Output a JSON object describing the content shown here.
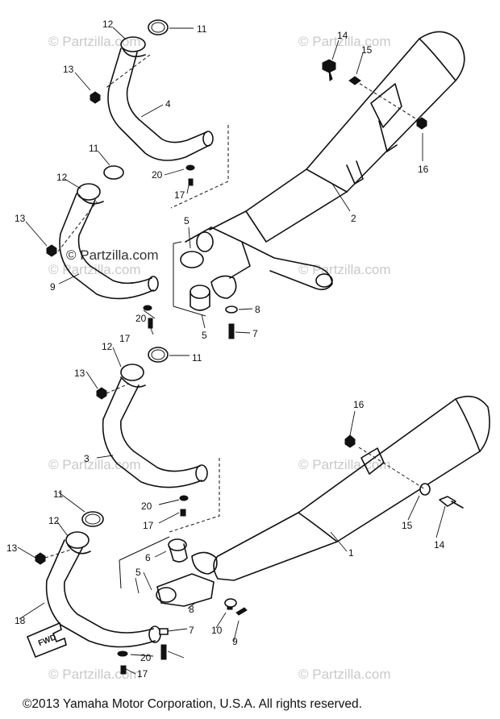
{
  "watermark": "© Partzilla.com",
  "watermark_center": "© Partzilla.com",
  "copyright": "©2013 Yamaha Motor Corporation, U.S.A. All rights reserved.",
  "forward_marker": "FWD",
  "callouts": {
    "c1": "1",
    "c2": "2",
    "c3": "3",
    "c4": "4",
    "c5a": "5",
    "c5b": "5",
    "c5c": "5",
    "c6": "6",
    "c7a": "7",
    "c7b": "7",
    "c8a": "8",
    "c8b": "8",
    "c9": "9",
    "c9b": "9",
    "c10": "10",
    "c11a": "11",
    "c11b": "11",
    "c11c": "11",
    "c11d": "11",
    "c12a": "12",
    "c12b": "12",
    "c12c": "12",
    "c12d": "12",
    "c13a": "13",
    "c13b": "13",
    "c13c": "13",
    "c13d": "13",
    "c14a": "14",
    "c14b": "14",
    "c15a": "15",
    "c15b": "15",
    "c16a": "16",
    "c16b": "16",
    "c17a": "17",
    "c17b": "17",
    "c17c": "17",
    "c17d": "17",
    "c18": "18",
    "c20a": "20",
    "c20b": "20",
    "c20c": "20",
    "c20d": "20"
  }
}
